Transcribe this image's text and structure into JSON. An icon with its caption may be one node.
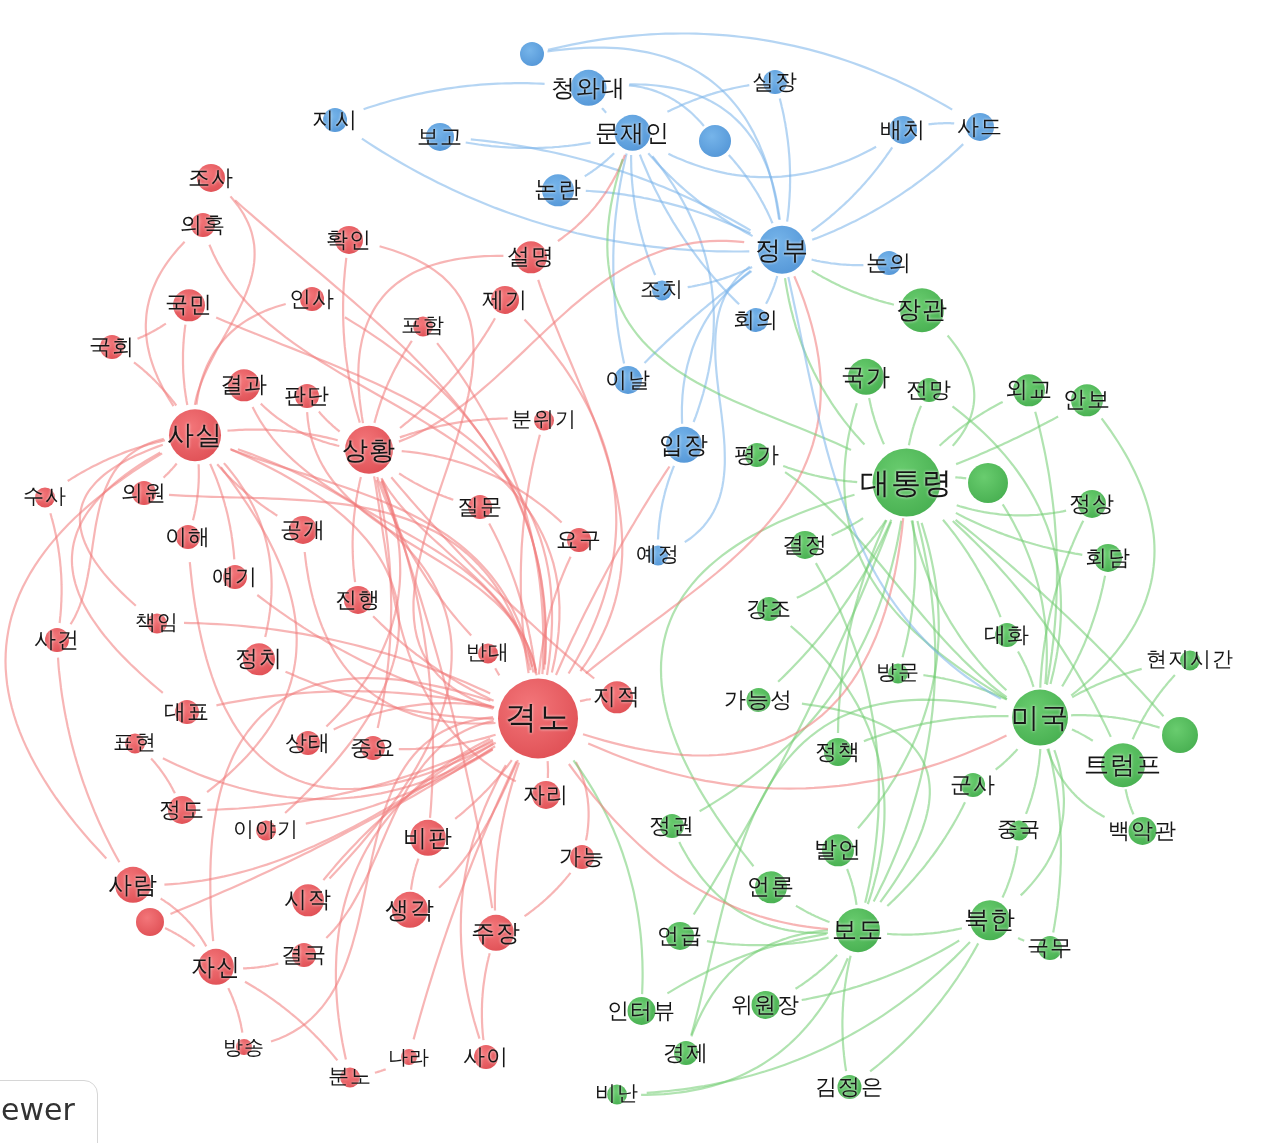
{
  "diagram": {
    "nodes": [
      {
        "text": [],
        "shape": "circle"
      },
      {
        "text": [
          "청와대"
        ]
      },
      {
        "text": [
          "실장"
        ]
      },
      {
        "text": [
          "지시"
        ]
      },
      {
        "text": [
          "사드"
        ]
      },
      {
        "text": [
          "배치"
        ]
      },
      {
        "text": [
          "문재인"
        ]
      },
      {
        "text": [
          "보고"
        ]
      },
      {
        "text": [],
        "shape": "circle"
      },
      {
        "text": [
          "조사"
        ]
      },
      {
        "text": [
          "논란"
        ]
      },
      {
        "text": [
          "의혹"
        ]
      },
      {
        "text": [
          "확인"
        ]
      },
      {
        "text": [
          "정부"
        ]
      },
      {
        "text": [
          "설명"
        ]
      },
      {
        "text": [
          "논의"
        ]
      },
      {
        "text": [
          "조치"
        ]
      },
      {
        "text": [
          "인사"
        ]
      },
      {
        "text": [
          "제기"
        ]
      },
      {
        "text": [
          "국민"
        ]
      },
      {
        "text": [
          "장관"
        ]
      },
      {
        "text": [
          "회의"
        ]
      },
      {
        "text": [
          "포함"
        ]
      },
      {
        "text": [
          "국회"
        ]
      },
      {
        "text": [
          "국가"
        ]
      },
      {
        "text": [
          "이날"
        ]
      },
      {
        "text": [
          "결과"
        ]
      },
      {
        "text": [
          "전망"
        ]
      },
      {
        "text": [
          "외교"
        ]
      },
      {
        "text": [
          "판단"
        ]
      },
      {
        "text": [
          "안보"
        ]
      },
      {
        "text": [
          "분위기"
        ]
      },
      {
        "text": [
          "사실"
        ]
      },
      {
        "text": [
          "입장"
        ]
      },
      {
        "text": [
          "상황"
        ]
      },
      {
        "text": [
          "평가"
        ]
      },
      {
        "text": [
          "대통령"
        ]
      },
      {
        "text": [],
        "shape": "circle"
      },
      {
        "text": [
          "의원"
        ]
      },
      {
        "text": [
          "수사"
        ]
      },
      {
        "text": [
          "정상"
        ]
      },
      {
        "text": [
          "질문"
        ]
      },
      {
        "text": [
          "공개"
        ]
      },
      {
        "text": [
          "이해"
        ]
      },
      {
        "text": [
          "요구"
        ]
      },
      {
        "text": [
          "결정"
        ]
      },
      {
        "text": [
          "예정"
        ]
      },
      {
        "text": [
          "회담"
        ]
      },
      {
        "text": [
          "얘기"
        ]
      },
      {
        "text": [
          "진행"
        ]
      },
      {
        "text": [
          "강조"
        ]
      },
      {
        "text": [
          "책임"
        ]
      },
      {
        "text": [
          "대화"
        ]
      },
      {
        "text": [
          "사건"
        ]
      },
      {
        "text": [
          "반대"
        ]
      },
      {
        "text": [
          "정치"
        ]
      },
      {
        "text": [
          "현지시간"
        ]
      },
      {
        "text": [
          "방문"
        ]
      },
      {
        "text": [
          "지적"
        ]
      },
      {
        "text": [
          "가능성"
        ]
      },
      {
        "text": [
          "대표"
        ]
      },
      {
        "text": [
          "격노"
        ]
      },
      {
        "text": [
          "미국"
        ]
      },
      {
        "text": [],
        "shape": "circle"
      },
      {
        "text": [
          "표현"
        ]
      },
      {
        "text": [
          "상태"
        ]
      },
      {
        "text": [
          "중요"
        ]
      },
      {
        "text": [
          "정책"
        ]
      },
      {
        "text": [
          "트럼프"
        ]
      },
      {
        "text": [
          "군사"
        ]
      },
      {
        "text": [
          "자리"
        ]
      },
      {
        "text": [
          "정도"
        ]
      },
      {
        "text": [
          "정권"
        ]
      },
      {
        "text": [
          "중국"
        ]
      },
      {
        "text": [
          "이야기"
        ]
      },
      {
        "text": [
          "백악관"
        ]
      },
      {
        "text": [
          "비판"
        ]
      },
      {
        "text": [
          "발언"
        ]
      },
      {
        "text": [
          "가능"
        ]
      },
      {
        "text": [
          "사람"
        ]
      },
      {
        "text": [
          "언론"
        ]
      },
      {
        "text": [
          "시작"
        ]
      },
      {
        "text": [
          "생각"
        ]
      },
      {
        "text": [
          "북한"
        ]
      },
      {
        "text": [],
        "shape": "circle"
      },
      {
        "text": [
          "보도"
        ]
      },
      {
        "text": [
          "주장"
        ]
      },
      {
        "text": [
          "언급"
        ]
      },
      {
        "text": [
          "국무"
        ]
      },
      {
        "text": [
          "결국"
        ]
      },
      {
        "text": [
          "자신"
        ]
      },
      {
        "text": [
          "위원장"
        ]
      },
      {
        "text": [
          "인터뷰"
        ]
      },
      {
        "text": [
          "방송"
        ]
      },
      {
        "text": [
          "경제"
        ]
      },
      {
        "text": [
          "나라"
        ]
      },
      {
        "text": [
          "사이"
        ]
      },
      {
        "text": [
          "분노"
        ]
      },
      {
        "text": [
          "김정은"
        ]
      },
      {
        "text": [
          "비난"
        ]
      }
    ],
    "edges": [
      {
        "from": 0,
        "to": 13,
        "arrow": "none",
        "color": "#78b2ea"
      },
      {
        "from": 0,
        "to": 4,
        "arrow": "none",
        "color": "#78b2ea"
      },
      {
        "from": 1,
        "to": 13,
        "arrow": "none",
        "color": "#78b2ea"
      },
      {
        "from": 1,
        "to": 6,
        "arrow": "none",
        "color": "#78b2ea"
      },
      {
        "from": 2,
        "to": 13,
        "arrow": "none",
        "color": "#78b2ea"
      },
      {
        "from": 2,
        "to": 6,
        "arrow": "none",
        "color": "#78b2ea"
      },
      {
        "from": 3,
        "to": 13,
        "arrow": "none",
        "color": "#78b2ea"
      },
      {
        "from": 3,
        "to": 1,
        "arrow": "none",
        "color": "#78b2ea"
      },
      {
        "from": 4,
        "to": 13,
        "arrow": "none",
        "color": "#78b2ea"
      },
      {
        "from": 4,
        "to": 5,
        "arrow": "none",
        "color": "#78b2ea"
      },
      {
        "from": 5,
        "to": 13,
        "arrow": "none",
        "color": "#78b2ea"
      },
      {
        "from": 5,
        "to": 6,
        "arrow": "none",
        "color": "#78b2ea"
      },
      {
        "from": 7,
        "to": 13,
        "arrow": "none",
        "color": "#78b2ea"
      },
      {
        "from": 7,
        "to": 6,
        "arrow": "none",
        "color": "#78b2ea"
      },
      {
        "from": 8,
        "to": 13,
        "arrow": "none",
        "color": "#78b2ea"
      },
      {
        "from": 8,
        "to": 1,
        "arrow": "none",
        "color": "#78b2ea"
      },
      {
        "from": 10,
        "to": 13,
        "arrow": "none",
        "color": "#78b2ea"
      },
      {
        "from": 10,
        "to": 6,
        "arrow": "none",
        "color": "#78b2ea"
      },
      {
        "from": 15,
        "to": 13,
        "arrow": "none",
        "color": "#78b2ea"
      },
      {
        "from": 16,
        "to": 13,
        "arrow": "none",
        "color": "#78b2ea"
      },
      {
        "from": 16,
        "to": 6,
        "arrow": "none",
        "color": "#78b2ea"
      },
      {
        "from": 21,
        "to": 13,
        "arrow": "none",
        "color": "#78b2ea"
      },
      {
        "from": 21,
        "to": 6,
        "arrow": "none",
        "color": "#78b2ea"
      },
      {
        "from": 25,
        "to": 13,
        "arrow": "none",
        "color": "#78b2ea"
      },
      {
        "from": 25,
        "to": 6,
        "arrow": "none",
        "color": "#78b2ea"
      },
      {
        "from": 33,
        "to": 13,
        "arrow": "none",
        "color": "#78b2ea"
      },
      {
        "from": 33,
        "to": 6,
        "arrow": "none",
        "color": "#78b2ea"
      },
      {
        "from": 46,
        "to": 13,
        "arrow": "none",
        "color": "#78b2ea"
      },
      {
        "from": 46,
        "to": 33,
        "arrow": "none",
        "color": "#78b2ea"
      },
      {
        "from": 6,
        "to": 13,
        "arrow": "none",
        "color": "#78b2ea"
      },
      {
        "from": 9,
        "to": 61,
        "arrow": "none"
      },
      {
        "from": 9,
        "to": 32,
        "arrow": "none"
      },
      {
        "from": 11,
        "to": 61,
        "arrow": "none"
      },
      {
        "from": 11,
        "to": 32,
        "arrow": "none"
      },
      {
        "from": 12,
        "to": 61,
        "arrow": "none"
      },
      {
        "from": 12,
        "to": 34,
        "arrow": "none"
      },
      {
        "from": 14,
        "to": 61,
        "arrow": "none"
      },
      {
        "from": 14,
        "to": 34,
        "arrow": "none"
      },
      {
        "from": 17,
        "to": 61,
        "arrow": "none"
      },
      {
        "from": 17,
        "to": 32,
        "arrow": "none"
      },
      {
        "from": 18,
        "to": 61,
        "arrow": "none"
      },
      {
        "from": 18,
        "to": 34,
        "arrow": "none"
      },
      {
        "from": 19,
        "to": 61,
        "arrow": "none"
      },
      {
        "from": 19,
        "to": 32,
        "arrow": "none"
      },
      {
        "from": 22,
        "to": 61,
        "arrow": "none"
      },
      {
        "from": 22,
        "to": 34,
        "arrow": "none"
      },
      {
        "from": 23,
        "to": 32,
        "arrow": "none"
      },
      {
        "from": 23,
        "to": 19,
        "arrow": "none"
      },
      {
        "from": 26,
        "to": 61,
        "arrow": "none"
      },
      {
        "from": 26,
        "to": 34,
        "arrow": "none"
      },
      {
        "from": 29,
        "to": 61,
        "arrow": "none"
      },
      {
        "from": 29,
        "to": 34,
        "arrow": "none"
      },
      {
        "from": 31,
        "to": 61,
        "arrow": "none"
      },
      {
        "from": 31,
        "to": 34,
        "arrow": "none"
      },
      {
        "from": 32,
        "to": 61,
        "arrow": "none"
      },
      {
        "from": 34,
        "to": 61,
        "arrow": "none"
      },
      {
        "from": 32,
        "to": 34,
        "arrow": "none"
      },
      {
        "from": 38,
        "to": 32,
        "arrow": "none"
      },
      {
        "from": 38,
        "to": 61,
        "arrow": "none"
      },
      {
        "from": 39,
        "to": 32,
        "arrow": "none"
      },
      {
        "from": 39,
        "to": 53,
        "arrow": "none"
      },
      {
        "from": 41,
        "to": 61,
        "arrow": "none"
      },
      {
        "from": 41,
        "to": 34,
        "arrow": "none"
      },
      {
        "from": 42,
        "to": 61,
        "arrow": "none"
      },
      {
        "from": 42,
        "to": 32,
        "arrow": "none"
      },
      {
        "from": 43,
        "to": 32,
        "arrow": "none"
      },
      {
        "from": 43,
        "to": 61,
        "arrow": "none"
      },
      {
        "from": 44,
        "to": 61,
        "arrow": "none"
      },
      {
        "from": 44,
        "to": 34,
        "arrow": "none"
      },
      {
        "from": 48,
        "to": 61,
        "arrow": "none"
      },
      {
        "from": 48,
        "to": 32,
        "arrow": "none"
      },
      {
        "from": 49,
        "to": 61,
        "arrow": "none"
      },
      {
        "from": 49,
        "to": 34,
        "arrow": "none"
      },
      {
        "from": 51,
        "to": 32,
        "arrow": "none"
      },
      {
        "from": 51,
        "to": 61,
        "arrow": "none"
      },
      {
        "from": 53,
        "to": 32,
        "arrow": "none"
      },
      {
        "from": 53,
        "to": 79,
        "arrow": "none"
      },
      {
        "from": 54,
        "to": 61,
        "arrow": "none"
      },
      {
        "from": 54,
        "to": 34,
        "arrow": "none"
      },
      {
        "from": 55,
        "to": 61,
        "arrow": "none"
      },
      {
        "from": 55,
        "to": 32,
        "arrow": "none"
      },
      {
        "from": 58,
        "to": 61,
        "arrow": "none"
      },
      {
        "from": 58,
        "to": 34,
        "arrow": "none"
      },
      {
        "from": 60,
        "to": 61,
        "arrow": "none"
      },
      {
        "from": 60,
        "to": 32,
        "arrow": "none"
      },
      {
        "from": 64,
        "to": 61,
        "arrow": "none"
      },
      {
        "from": 64,
        "to": 71,
        "arrow": "none"
      },
      {
        "from": 65,
        "to": 61,
        "arrow": "none"
      },
      {
        "from": 65,
        "to": 34,
        "arrow": "none"
      },
      {
        "from": 66,
        "to": 61,
        "arrow": "none"
      },
      {
        "from": 66,
        "to": 34,
        "arrow": "none"
      },
      {
        "from": 70,
        "to": 61,
        "arrow": "none"
      },
      {
        "from": 70,
        "to": 34,
        "arrow": "none"
      },
      {
        "from": 71,
        "to": 61,
        "arrow": "none"
      },
      {
        "from": 71,
        "to": 32,
        "arrow": "none"
      },
      {
        "from": 74,
        "to": 61,
        "arrow": "none"
      },
      {
        "from": 74,
        "to": 32,
        "arrow": "none"
      },
      {
        "from": 76,
        "to": 61,
        "arrow": "none"
      },
      {
        "from": 76,
        "to": 34,
        "arrow": "none"
      },
      {
        "from": 78,
        "to": 61,
        "arrow": "none"
      },
      {
        "from": 78,
        "to": 86,
        "arrow": "none"
      },
      {
        "from": 79,
        "to": 61,
        "arrow": "none"
      },
      {
        "from": 79,
        "to": 32,
        "arrow": "none"
      },
      {
        "from": 81,
        "to": 61,
        "arrow": "none"
      },
      {
        "from": 81,
        "to": 32,
        "arrow": "none"
      },
      {
        "from": 82,
        "to": 61,
        "arrow": "none"
      },
      {
        "from": 82,
        "to": 76,
        "arrow": "none"
      },
      {
        "from": 84,
        "to": 61,
        "arrow": "none"
      },
      {
        "from": 84,
        "to": 90,
        "arrow": "none"
      },
      {
        "from": 86,
        "to": 61,
        "arrow": "none"
      },
      {
        "from": 86,
        "to": 34,
        "arrow": "none"
      },
      {
        "from": 89,
        "to": 61,
        "arrow": "none"
      },
      {
        "from": 89,
        "to": 90,
        "arrow": "none"
      },
      {
        "from": 90,
        "to": 61,
        "arrow": "none"
      },
      {
        "from": 90,
        "to": 79,
        "arrow": "none"
      },
      {
        "from": 93,
        "to": 90,
        "arrow": "none"
      },
      {
        "from": 93,
        "to": 61,
        "arrow": "none"
      },
      {
        "from": 95,
        "to": 61,
        "arrow": "none"
      },
      {
        "from": 95,
        "to": 97,
        "arrow": "none"
      },
      {
        "from": 96,
        "to": 61,
        "arrow": "none"
      },
      {
        "from": 96,
        "to": 86,
        "arrow": "none"
      },
      {
        "from": 97,
        "to": 90,
        "arrow": "none"
      },
      {
        "from": 97,
        "to": 61,
        "arrow": "none"
      },
      {
        "from": 20,
        "to": 36,
        "arrow": "none",
        "color": "#6fcc70"
      },
      {
        "from": 20,
        "to": 13,
        "arrow": "none",
        "color": "#6fcc70"
      },
      {
        "from": 24,
        "to": 36,
        "arrow": "none",
        "color": "#6fcc70"
      },
      {
        "from": 24,
        "to": 62,
        "arrow": "none",
        "color": "#6fcc70"
      },
      {
        "from": 27,
        "to": 36,
        "arrow": "none",
        "color": "#6fcc70"
      },
      {
        "from": 27,
        "to": 62,
        "arrow": "none",
        "color": "#6fcc70"
      },
      {
        "from": 28,
        "to": 36,
        "arrow": "none",
        "color": "#6fcc70"
      },
      {
        "from": 28,
        "to": 62,
        "arrow": "none",
        "color": "#6fcc70"
      },
      {
        "from": 30,
        "to": 36,
        "arrow": "none",
        "color": "#6fcc70"
      },
      {
        "from": 30,
        "to": 62,
        "arrow": "none",
        "color": "#6fcc70"
      },
      {
        "from": 35,
        "to": 36,
        "arrow": "none",
        "color": "#6fcc70"
      },
      {
        "from": 35,
        "to": 62,
        "arrow": "none",
        "color": "#6fcc70"
      },
      {
        "from": 37,
        "to": 36,
        "arrow": "none",
        "color": "#6fcc70"
      },
      {
        "from": 37,
        "to": 62,
        "arrow": "none",
        "color": "#6fcc70"
      },
      {
        "from": 40,
        "to": 36,
        "arrow": "none",
        "color": "#6fcc70"
      },
      {
        "from": 40,
        "to": 62,
        "arrow": "none",
        "color": "#6fcc70"
      },
      {
        "from": 45,
        "to": 36,
        "arrow": "none",
        "color": "#6fcc70"
      },
      {
        "from": 45,
        "to": 85,
        "arrow": "none",
        "color": "#6fcc70"
      },
      {
        "from": 47,
        "to": 36,
        "arrow": "none",
        "color": "#6fcc70"
      },
      {
        "from": 47,
        "to": 62,
        "arrow": "none",
        "color": "#6fcc70"
      },
      {
        "from": 50,
        "to": 36,
        "arrow": "none",
        "color": "#6fcc70"
      },
      {
        "from": 50,
        "to": 85,
        "arrow": "none",
        "color": "#6fcc70"
      },
      {
        "from": 52,
        "to": 36,
        "arrow": "none",
        "color": "#6fcc70"
      },
      {
        "from": 52,
        "to": 62,
        "arrow": "none",
        "color": "#6fcc70"
      },
      {
        "from": 56,
        "to": 62,
        "arrow": "none",
        "color": "#6fcc70"
      },
      {
        "from": 56,
        "to": 68,
        "arrow": "none",
        "color": "#6fcc70"
      },
      {
        "from": 57,
        "to": 36,
        "arrow": "none",
        "color": "#6fcc70"
      },
      {
        "from": 57,
        "to": 62,
        "arrow": "none",
        "color": "#6fcc70"
      },
      {
        "from": 59,
        "to": 36,
        "arrow": "none",
        "color": "#6fcc70"
      },
      {
        "from": 59,
        "to": 85,
        "arrow": "none",
        "color": "#6fcc70"
      },
      {
        "from": 63,
        "to": 62,
        "arrow": "none",
        "color": "#6fcc70"
      },
      {
        "from": 63,
        "to": 36,
        "arrow": "none",
        "color": "#6fcc70"
      },
      {
        "from": 67,
        "to": 36,
        "arrow": "none",
        "color": "#6fcc70"
      },
      {
        "from": 67,
        "to": 62,
        "arrow": "none",
        "color": "#6fcc70"
      },
      {
        "from": 68,
        "to": 62,
        "arrow": "none",
        "color": "#6fcc70"
      },
      {
        "from": 68,
        "to": 36,
        "arrow": "none",
        "color": "#6fcc70"
      },
      {
        "from": 69,
        "to": 62,
        "arrow": "none",
        "color": "#6fcc70"
      },
      {
        "from": 69,
        "to": 85,
        "arrow": "none",
        "color": "#6fcc70"
      },
      {
        "from": 72,
        "to": 85,
        "arrow": "none",
        "color": "#6fcc70"
      },
      {
        "from": 72,
        "to": 36,
        "arrow": "none",
        "color": "#6fcc70"
      },
      {
        "from": 73,
        "to": 62,
        "arrow": "none",
        "color": "#6fcc70"
      },
      {
        "from": 73,
        "to": 83,
        "arrow": "none",
        "color": "#6fcc70"
      },
      {
        "from": 75,
        "to": 62,
        "arrow": "none",
        "color": "#6fcc70"
      },
      {
        "from": 75,
        "to": 68,
        "arrow": "none",
        "color": "#6fcc70"
      },
      {
        "from": 77,
        "to": 36,
        "arrow": "none",
        "color": "#6fcc70"
      },
      {
        "from": 77,
        "to": 85,
        "arrow": "none",
        "color": "#6fcc70"
      },
      {
        "from": 80,
        "to": 85,
        "arrow": "none",
        "color": "#6fcc70"
      },
      {
        "from": 80,
        "to": 36,
        "arrow": "none",
        "color": "#6fcc70"
      },
      {
        "from": 83,
        "to": 62,
        "arrow": "none",
        "color": "#6fcc70"
      },
      {
        "from": 83,
        "to": 85,
        "arrow": "none",
        "color": "#6fcc70"
      },
      {
        "from": 85,
        "to": 36,
        "arrow": "none",
        "color": "#6fcc70"
      },
      {
        "from": 62,
        "to": 36,
        "arrow": "none",
        "color": "#6fcc70"
      },
      {
        "from": 87,
        "to": 85,
        "arrow": "none",
        "color": "#6fcc70"
      },
      {
        "from": 87,
        "to": 36,
        "arrow": "none",
        "color": "#6fcc70"
      },
      {
        "from": 88,
        "to": 62,
        "arrow": "none",
        "color": "#6fcc70"
      },
      {
        "from": 88,
        "to": 83,
        "arrow": "none",
        "color": "#6fcc70"
      },
      {
        "from": 91,
        "to": 85,
        "arrow": "none",
        "color": "#6fcc70"
      },
      {
        "from": 91,
        "to": 83,
        "arrow": "none",
        "color": "#6fcc70"
      },
      {
        "from": 92,
        "to": 85,
        "arrow": "none",
        "color": "#6fcc70"
      },
      {
        "from": 92,
        "to": 61,
        "arrow": "none",
        "color": "#6fcc70"
      },
      {
        "from": 94,
        "to": 85,
        "arrow": "none",
        "color": "#6fcc70"
      },
      {
        "from": 94,
        "to": 62,
        "arrow": "none",
        "color": "#6fcc70"
      },
      {
        "from": 98,
        "to": 83,
        "arrow": "none",
        "color": "#6fcc70"
      },
      {
        "from": 98,
        "to": 85,
        "arrow": "none",
        "color": "#6fcc70"
      },
      {
        "from": 99,
        "to": 85,
        "arrow": "none",
        "color": "#6fcc70"
      },
      {
        "from": 99,
        "to": 83,
        "arrow": "none",
        "color": "#6fcc70"
      },
      {
        "from": 61,
        "to": 36,
        "arrow": "none"
      },
      {
        "from": 61,
        "to": 13,
        "arrow": "none"
      },
      {
        "from": 36,
        "to": 13,
        "arrow": "none",
        "color": "#6fcc70"
      },
      {
        "from": 61,
        "to": 62,
        "arrow": "none"
      },
      {
        "from": 34,
        "to": 13,
        "arrow": "none"
      },
      {
        "from": 14,
        "to": 6,
        "arrow": "none"
      },
      {
        "from": 61,
        "to": 33,
        "arrow": "none"
      },
      {
        "from": 36,
        "to": 6,
        "arrow": "none",
        "color": "#6fcc70"
      },
      {
        "from": 61,
        "to": 85,
        "arrow": "none"
      },
      {
        "from": 13,
        "to": 62,
        "arrow": "none",
        "color": "#78b2ea"
      }
    ],
    "labels": [
      "ewer"
    ]
  }
}
